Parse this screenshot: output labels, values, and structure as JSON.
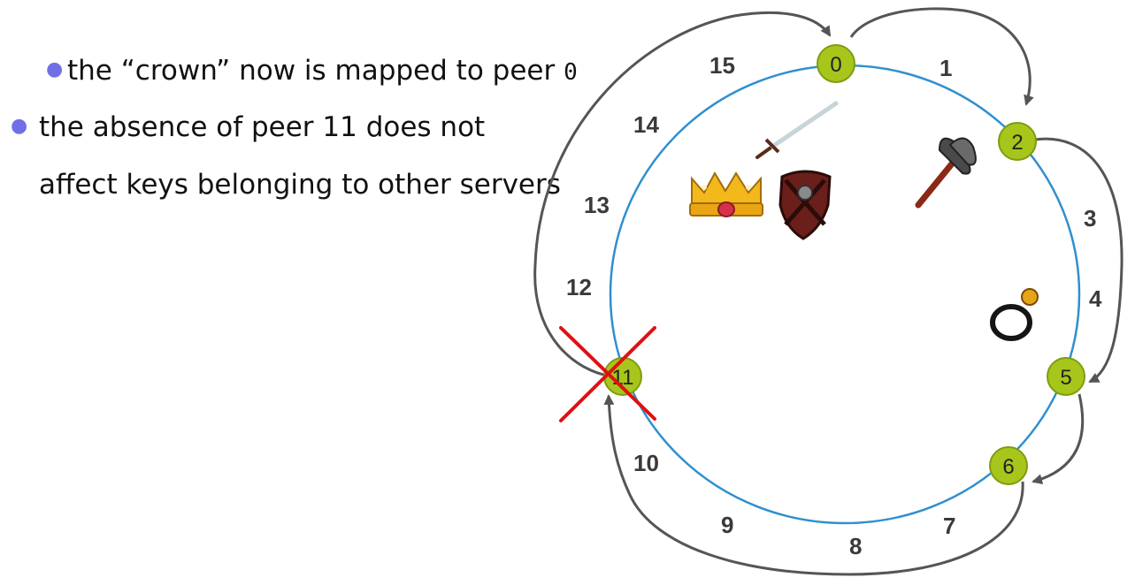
{
  "bullets": {
    "line1_prefix": "the “crown” now is mapped to peer ",
    "line1_peer": "0",
    "line2": "the absence of peer 11 does not",
    "line3": "affect keys belonging to other servers"
  },
  "ring": {
    "key_labels": [
      "1",
      "3",
      "4",
      "7",
      "8",
      "9",
      "10",
      "12",
      "13",
      "14",
      "15"
    ],
    "peers": [
      "0",
      "2",
      "5",
      "6",
      "11"
    ],
    "removed_peer": "11",
    "items": [
      "sword-icon",
      "crown-icon",
      "shield-icon",
      "axe-icon",
      "ring-icon"
    ]
  },
  "colors": {
    "ring": "#2f8fd0",
    "peer_fill": "#a6c61c",
    "peer_stroke": "#7f9c10",
    "arrow": "#555555",
    "cross": "#e01010",
    "bullet_dot": "#6f70e6"
  }
}
